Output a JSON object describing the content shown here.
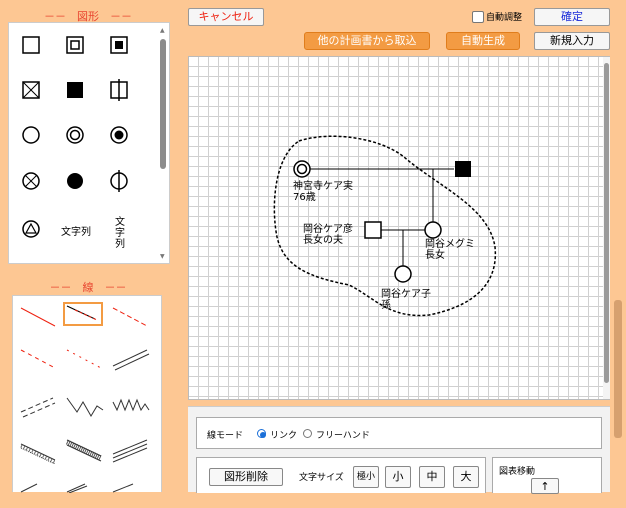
{
  "header": {
    "cancel_label": "キャンセル",
    "auto_adjust_label": "自動調整",
    "confirm_label": "確定",
    "import_label": "他の計画書から取込",
    "auto_generate_label": "自動生成",
    "new_input_label": "新規入力"
  },
  "shapes_panel": {
    "title": "－－　図形　－－",
    "text_label": "文字列",
    "vertical_text": "文\n字\n列"
  },
  "lines_panel": {
    "title": "－－　線　－－"
  },
  "diagram": {
    "people": [
      {
        "name": "神宮寺ケア実\n76歳"
      },
      {
        "name": "岡谷ケア彦\n長女の夫"
      },
      {
        "name": "岡谷メグミ\n長女"
      },
      {
        "name": "岡谷ケア子\n孫"
      }
    ]
  },
  "line_mode": {
    "label": "線モード",
    "option_link": "リンク",
    "option_freehand": "フリーハンド",
    "selected": "リンク"
  },
  "tools": {
    "delete_shape_label": "図形削除",
    "font_size_label": "文字サイズ",
    "size_xs": "極小",
    "size_s": "小",
    "size_m": "中",
    "size_l": "大",
    "move_label": "図表移動",
    "up_arrow": "↑"
  },
  "colors": {
    "background": "#fdc793",
    "accent_orange": "#f39b43",
    "title_red": "#e8442f",
    "confirm_blue": "#1a2ad8"
  }
}
